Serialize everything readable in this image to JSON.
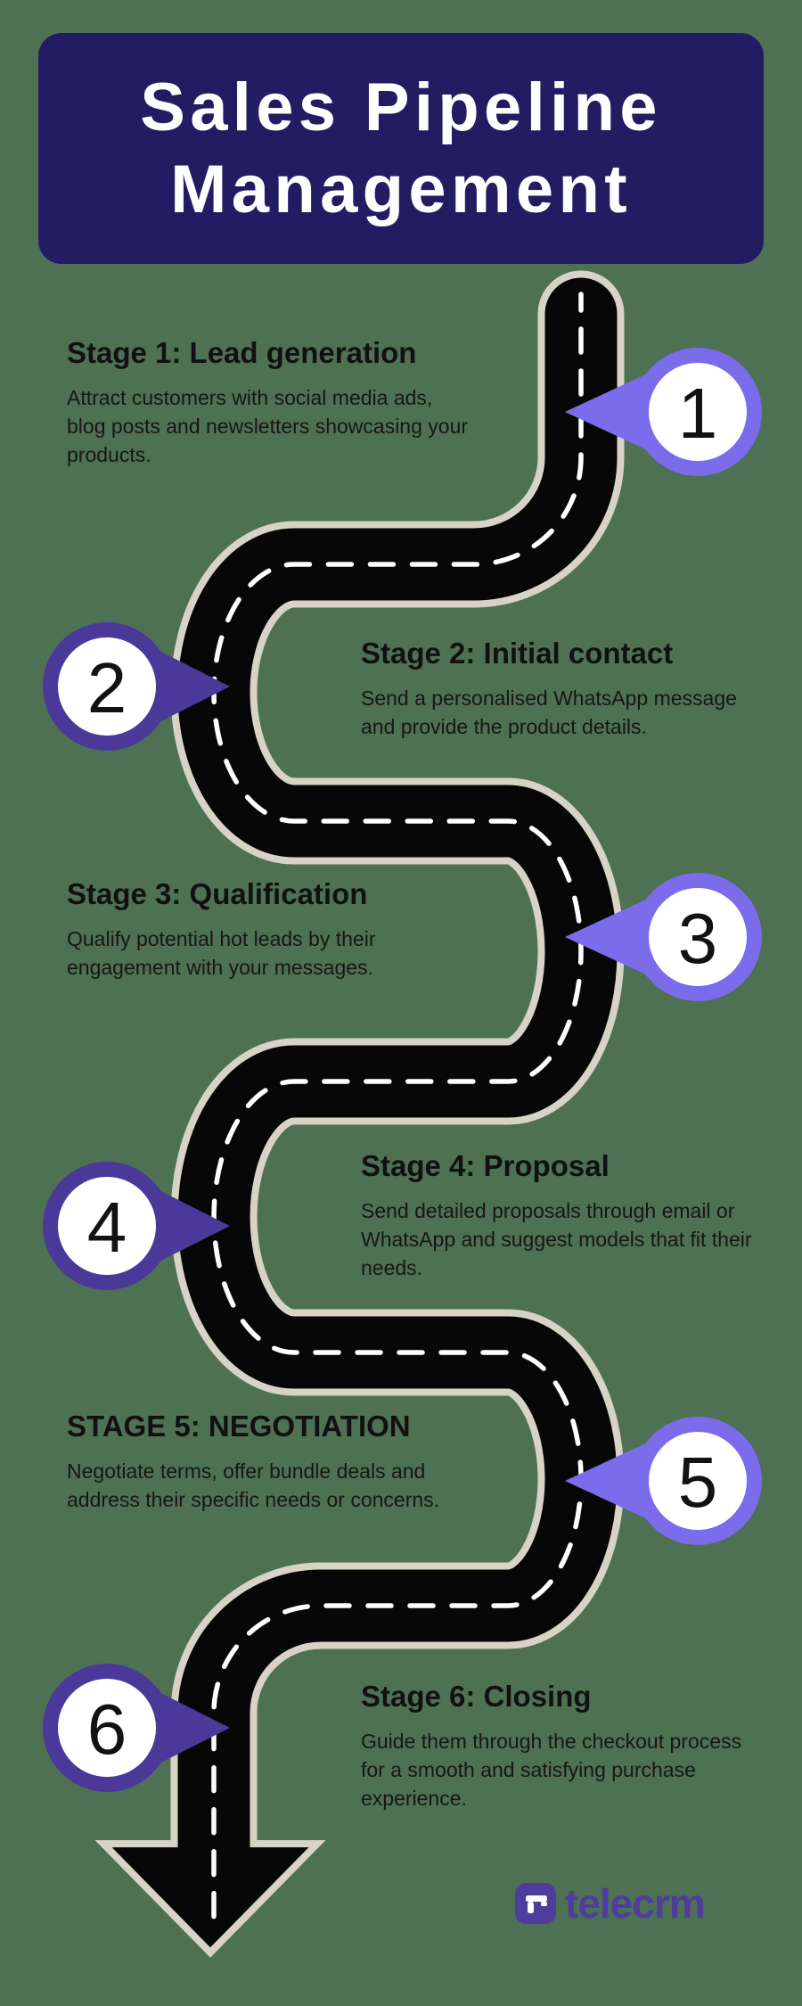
{
  "background_color": "#4E7153",
  "title": {
    "line1": "Sales Pipeline",
    "line2": "Management",
    "bg_color": "#231C63",
    "text_color": "#FFFFFF"
  },
  "stages": [
    {
      "number": "1",
      "heading": "Stage 1: Lead generation",
      "body": "Attract customers with social media ads,\nblog posts and newsletters showcasing your\nproducts.",
      "pin_color": "#7A6CEA"
    },
    {
      "number": "2",
      "heading": "Stage 2: Initial contact",
      "body": "Send a personalised WhatsApp message\nand provide the product details.",
      "pin_color": "#4A3999"
    },
    {
      "number": "3",
      "heading": "Stage 3: Qualification",
      "body": "Qualify potential hot leads by their\nengagement with your messages.",
      "pin_color": "#7A6CEA"
    },
    {
      "number": "4",
      "heading": "Stage 4: Proposal",
      "body": "Send detailed proposals through email or\nWhatsApp and suggest models that fit their\nneeds.",
      "pin_color": "#4A3999"
    },
    {
      "number": "5",
      "heading": "STAGE 5: NEGOTIATION",
      "body": "Negotiate terms, offer bundle deals and\naddress their specific needs or concerns.",
      "pin_color": "#7A6CEA"
    },
    {
      "number": "6",
      "heading": "Stage 6: Closing",
      "body": "Guide them through the checkout process\nfor a smooth and satisfying purchase\nexperience.",
      "pin_color": "#4A3999"
    }
  ],
  "road": {
    "asphalt_color": "#070707",
    "casing_color": "#D8D3C7",
    "dash_color": "#FFFFFF"
  },
  "logo": {
    "text": "telecrm",
    "color": "#4E3D9C"
  }
}
